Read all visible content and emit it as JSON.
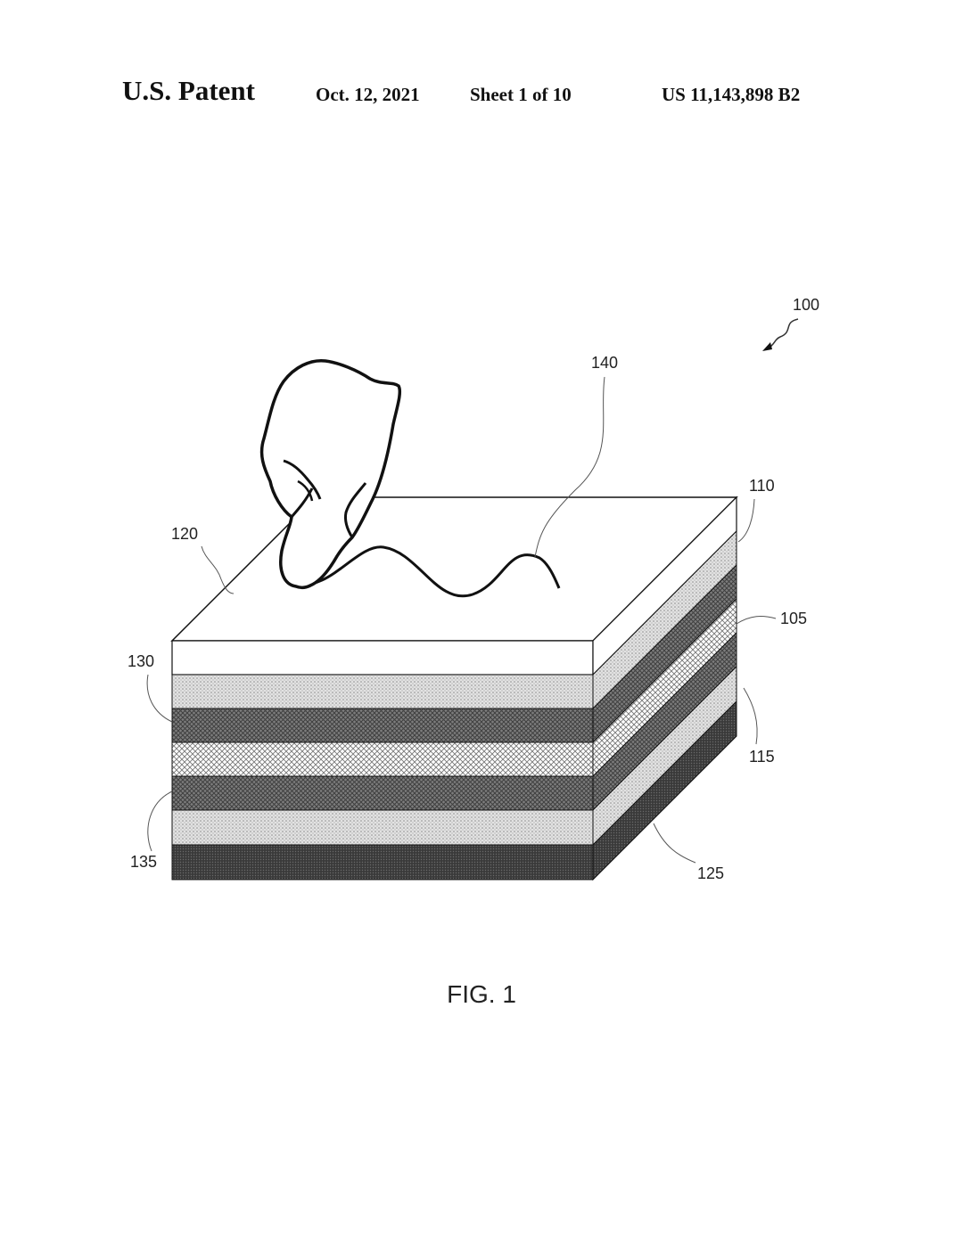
{
  "header": {
    "office": "U.S. Patent",
    "date": "Oct. 12, 2021",
    "sheet": "Sheet 1 of 10",
    "patent_number": "US 11,143,898 B2"
  },
  "figure": {
    "label": "FIG. 1",
    "reference_numerals": {
      "device": "100",
      "top_layer": "110",
      "middle_layer": "105",
      "lower_layer": "115",
      "surface": "120",
      "bottom_layer": "125",
      "left_layer_upper": "130",
      "left_layer_lower": "135",
      "gesture_path": "140"
    }
  },
  "colors": {
    "line": "#111111",
    "light_gray": "#d6d6d6",
    "mid_gray": "#8a8a8a",
    "dark": "#2b2b2b"
  }
}
